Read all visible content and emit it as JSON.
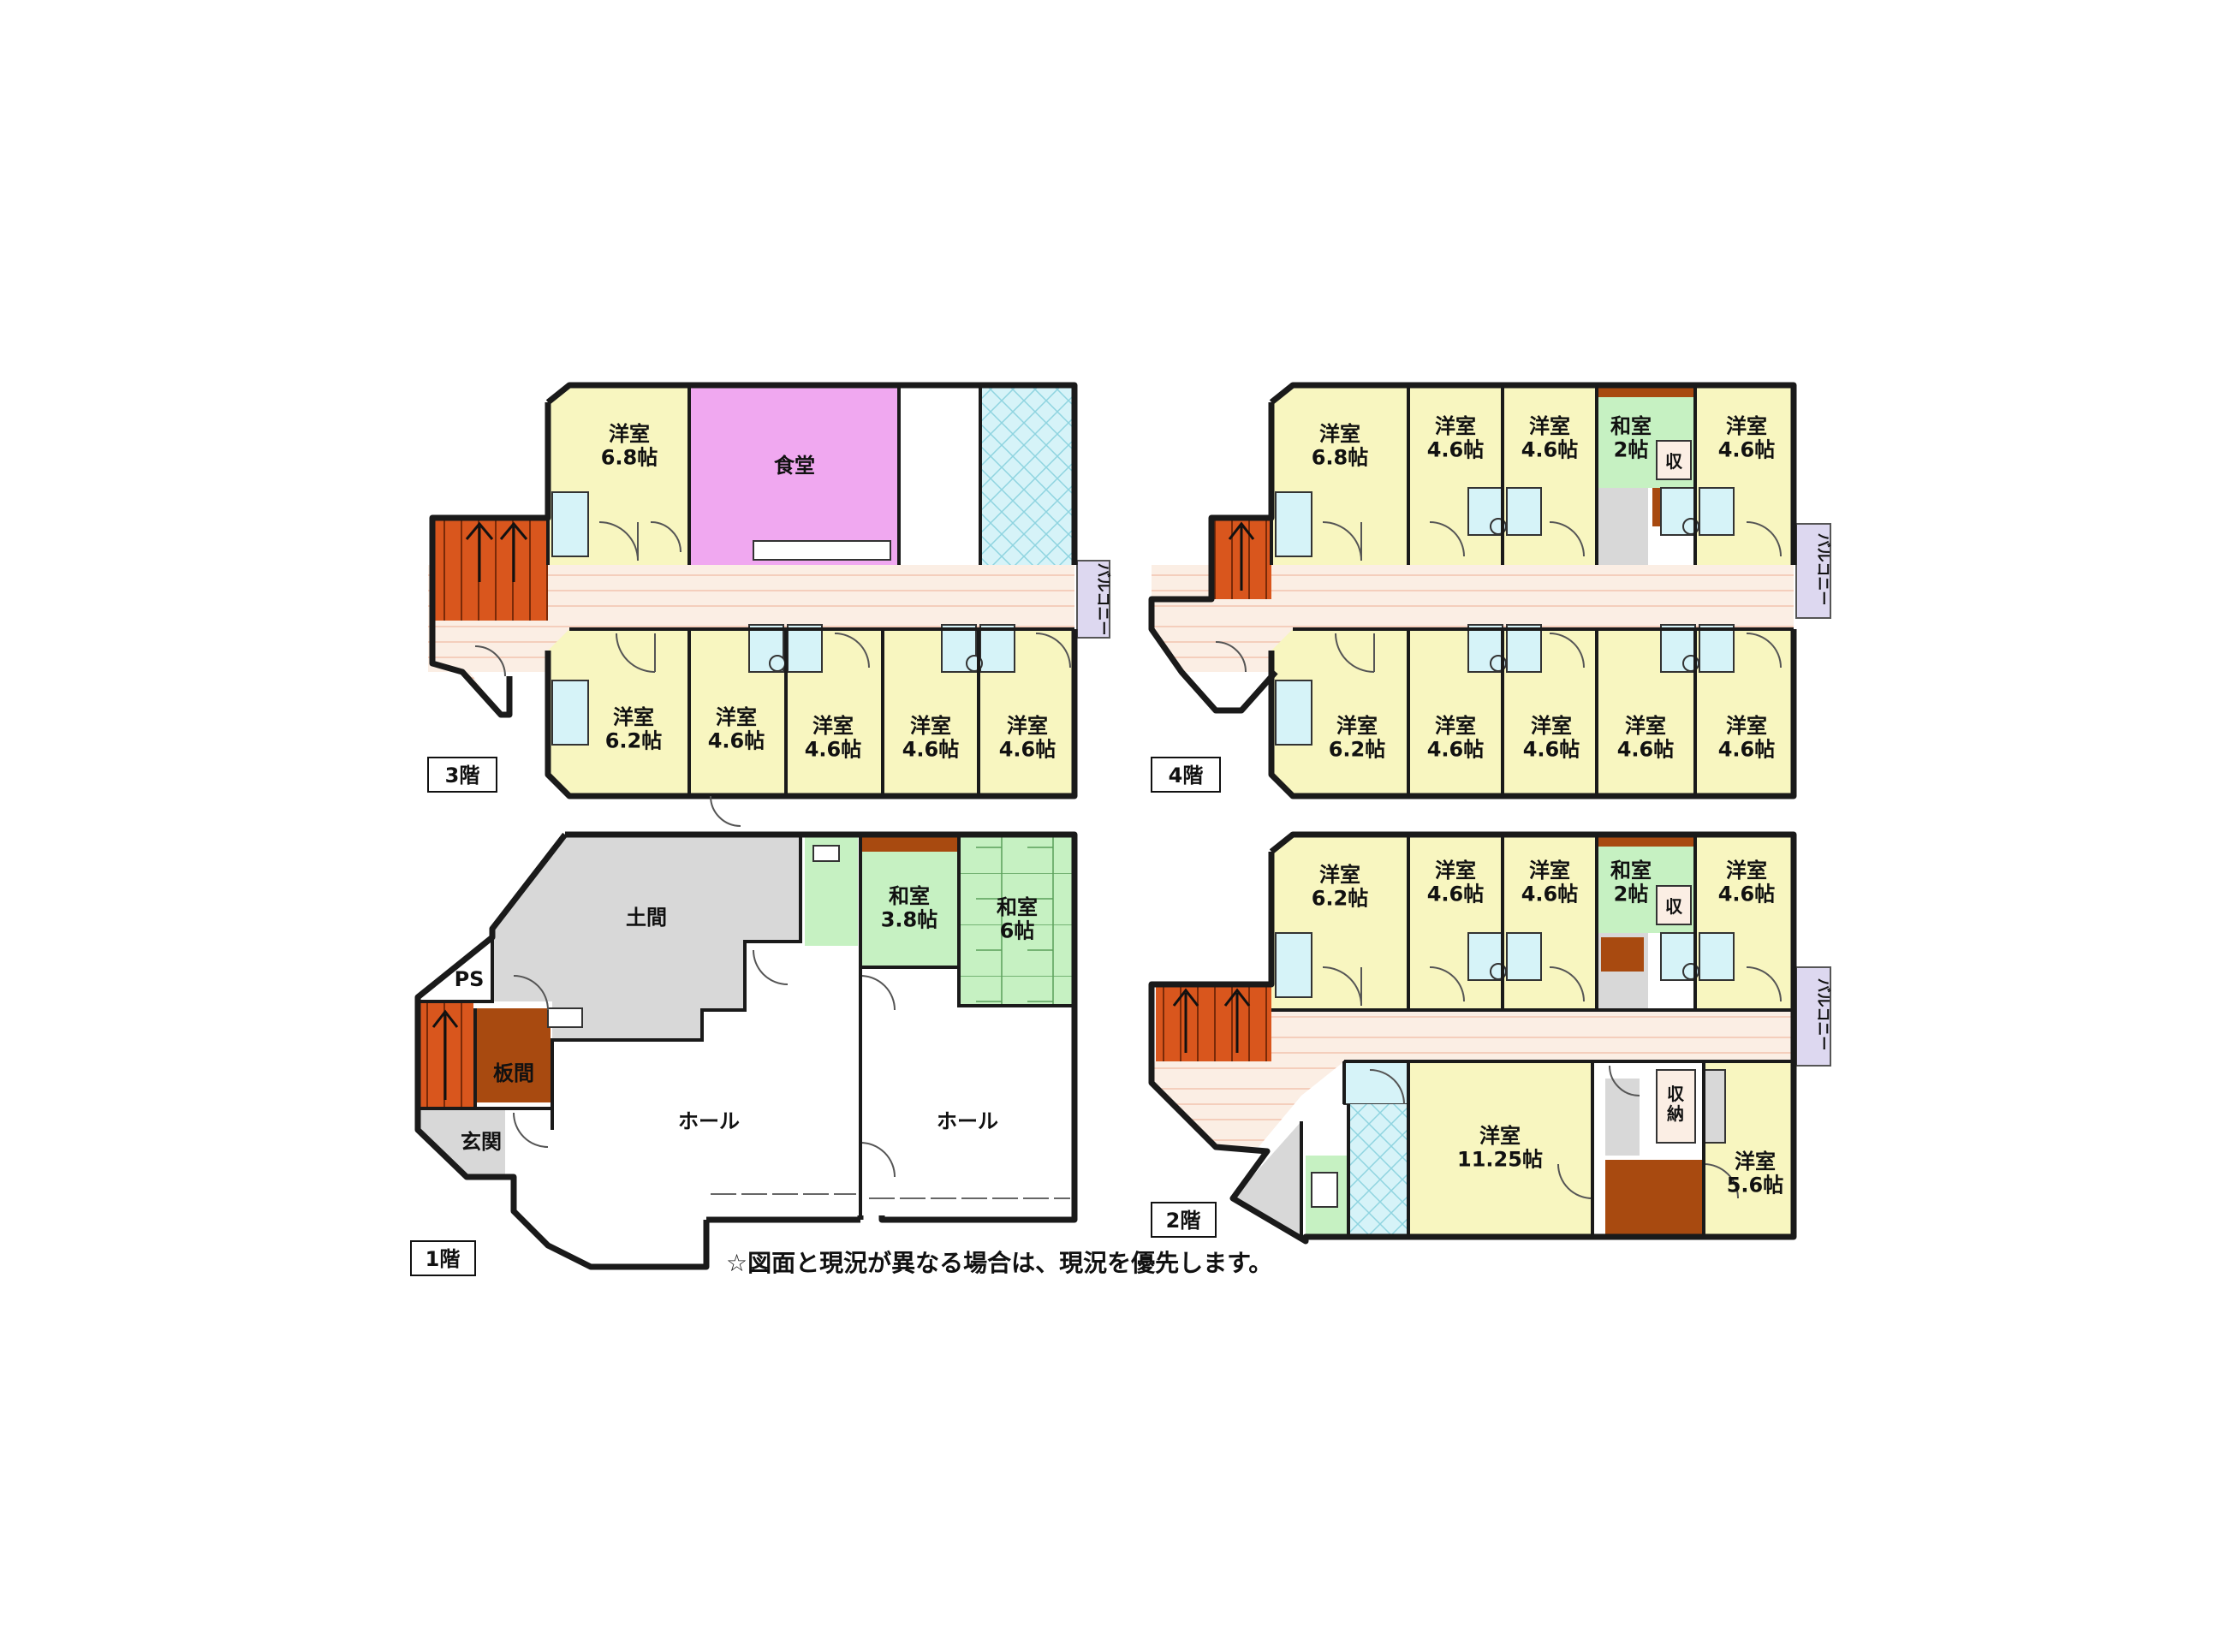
{
  "colors": {
    "western_room": "#f8f6c0",
    "japanese_room": "#c6f1c2",
    "dining": "#f0a8f0",
    "earth_floor": "#d8d8d8",
    "wood_stair": "#d9561d",
    "board_room": "#a84a10",
    "corridor": "#fbeee4",
    "bath": "#d6f3f8",
    "balcony": "#ddd8f0"
  },
  "floors": {
    "f3": {
      "label": "3階",
      "rooms": {
        "r1": "洋室\n6.8帖",
        "dining": "食堂",
        "r2": "洋室\n6.2帖",
        "r3": "洋室\n4.6帖",
        "r4": "洋室\n4.6帖",
        "r5": "洋室\n4.6帖",
        "r6": "洋室\n4.6帖"
      },
      "balcony": "バルコニー"
    },
    "f4": {
      "label": "4階",
      "rooms": {
        "r1": "洋室\n6.8帖",
        "r2": "洋室\n4.6帖",
        "r3": "洋室\n4.6帖",
        "jp": "和室\n2帖",
        "closet": "収",
        "r4": "洋室\n4.6帖",
        "r5": "洋室\n6.2帖",
        "r6": "洋室\n4.6帖",
        "r7": "洋室\n4.6帖",
        "r8": "洋室\n4.6帖",
        "r9": "洋室\n4.6帖"
      },
      "balcony": "バルコニー"
    },
    "f1": {
      "label": "1階",
      "rooms": {
        "doma": "土間",
        "ps": "PS",
        "board": "板間",
        "entrance": "玄関",
        "hall1": "ホール",
        "hall2": "ホール",
        "jp1": "和室\n3.8帖",
        "jp2": "和室\n6帖"
      }
    },
    "f2": {
      "label": "2階",
      "rooms": {
        "r1": "洋室\n6.2帖",
        "r2": "洋室\n4.6帖",
        "r3": "洋室\n4.6帖",
        "jp": "和室\n2帖",
        "closet": "収",
        "r4": "洋室\n4.6帖",
        "big": "洋室\n11.25帖",
        "storage": "収\n納",
        "r5": "洋室\n5.6帖"
      },
      "balcony": "バルコニー"
    }
  },
  "note": "☆図面と現況が異なる場合は、現況を優先します。"
}
